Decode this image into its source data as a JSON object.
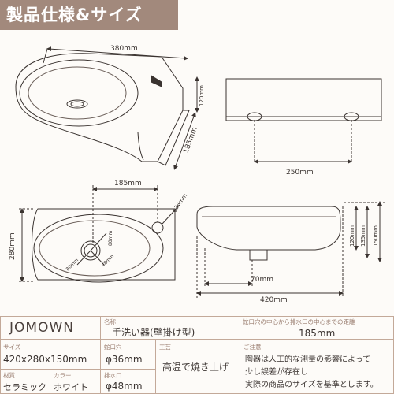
{
  "header": {
    "title": "製品仕様&サイズ"
  },
  "dimensions": {
    "top_width": "380mm",
    "top_tap_block": "120mm",
    "top_depth": "185mm",
    "front_hole_span": "250mm",
    "plan_width": "185mm",
    "plan_tap_dia": "φ36mm",
    "plan_depth": "280mm",
    "plan_drain_1": "80mm",
    "plan_drain_2": "80mm",
    "plan_drain_3": "48mm",
    "side_height_1": "120mm",
    "side_height_2": "135mm",
    "side_height_3": "150mm",
    "side_drain_offset": "70mm",
    "side_width": "420mm"
  },
  "spec": {
    "brand": "JOMOWN",
    "name_label": "名称",
    "name_value": "手洗い器(壁掛け型)",
    "center_label": "蛇口穴の中心から排水口の中心までの距離",
    "center_value": "185mm",
    "size_label": "サイズ",
    "size_value": "420x280x150mm",
    "tap_label": "蛇口穴",
    "tap_value": "φ36mm",
    "craft_label": "工芸",
    "craft_value": "高温で焼き上げ",
    "note_label": "ご注意",
    "note_lines": [
      "陶器は人工的な測量の影響によって",
      "少し誤差が存在し",
      "実際の商品のサイズを基準とします。"
    ],
    "material_label": "材質",
    "material_value": "セラミック",
    "color_label": "カラー",
    "color_value": "ホワイト",
    "drain_label": "排水口",
    "drain_value": "φ48mm"
  }
}
